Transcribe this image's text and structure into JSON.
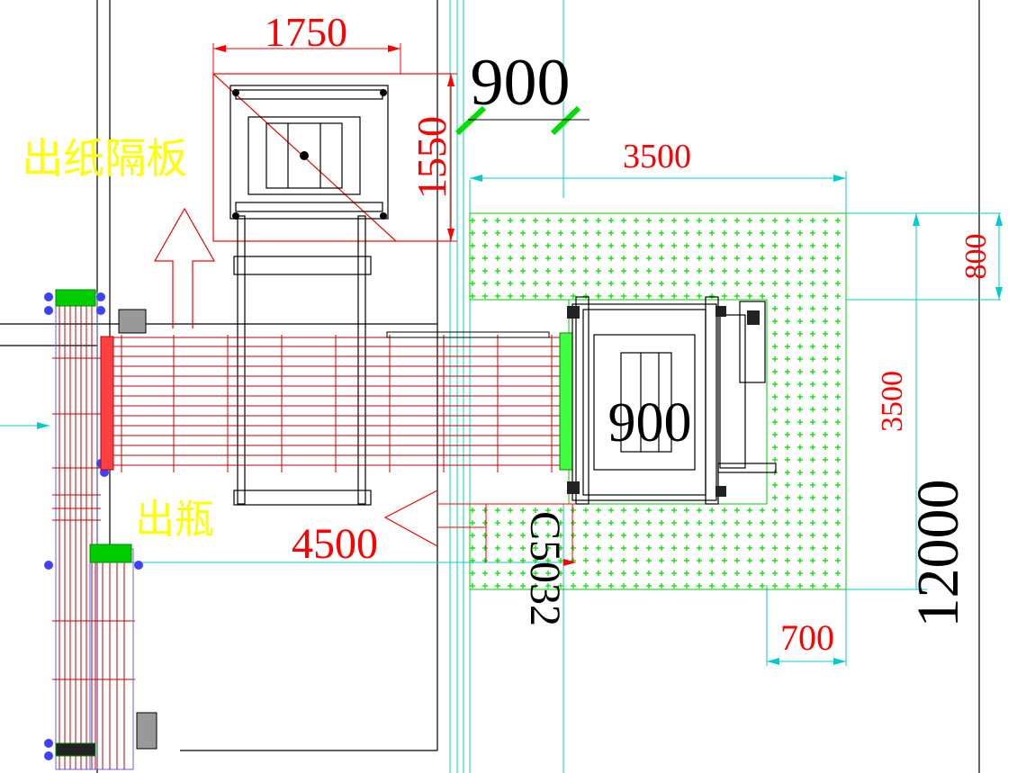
{
  "dimensions": {
    "top_width": "1750",
    "top_height": "1550",
    "angle_gap": "900",
    "zone_width": "3500",
    "zone_strip": "800",
    "zone_height": "3500",
    "overall_length": "12000",
    "offset_700": "700",
    "conveyor_len": "4500",
    "machine_label": "900",
    "vertical_code": "C5032"
  },
  "labels": {
    "separator_out": "出纸隔板",
    "bottle_out": "出瓶"
  },
  "colors": {
    "dimension": "#ff0000",
    "label": "#ffff00",
    "zone_fill": "#00ff00",
    "guide": "#00ffff",
    "outline": "#000000",
    "conveyor": "#c00000"
  }
}
